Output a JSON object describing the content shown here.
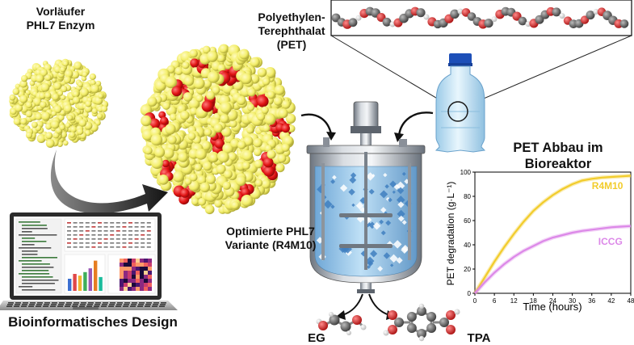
{
  "labels": {
    "precursor_line1": "Vorläufer",
    "precursor_line2": "PHL7 Enzym",
    "polymer_line1": "Polyethylen-",
    "polymer_line2": "Terephthalat (PET)",
    "variant_line1": "Optimierte PHL7",
    "variant_line2": "Variante (R4M10)",
    "design": "Bioinformatisches Design",
    "product_left": "EG",
    "product_right": "TPA"
  },
  "colors": {
    "enzyme": "#f3ee6a",
    "mutation": "#e01313",
    "reactor_liquid": "#9cc8ea",
    "r4m10": "#f2cc2b",
    "iccg": "#dc88e8"
  },
  "chart_data": {
    "type": "line",
    "title_line1": "PET Abbau im",
    "title_line2": "Bioreaktor",
    "xlabel": "Time (hours)",
    "ylabel": "PET degradation (g·L⁻¹)",
    "xlim": [
      0,
      48
    ],
    "ylim": [
      0,
      100
    ],
    "xticks": [
      "0",
      "6",
      "12",
      "18",
      "24",
      "30",
      "36",
      "42",
      "48"
    ],
    "yticks": [
      "0",
      "20",
      "40",
      "60",
      "80",
      "100"
    ],
    "grid": false,
    "legend": "inline labels",
    "series": [
      {
        "name": "R4M10",
        "x": [
          0,
          3,
          6,
          9,
          12,
          15,
          18,
          21,
          24,
          27,
          30,
          33,
          36,
          39,
          42,
          45,
          48
        ],
        "y": [
          0,
          13,
          26,
          38,
          49,
          59,
          68,
          75,
          81,
          86,
          90,
          93,
          94.5,
          95.5,
          96,
          96.5,
          97
        ]
      },
      {
        "name": "ICCG",
        "x": [
          0,
          3,
          6,
          9,
          12,
          15,
          18,
          21,
          24,
          27,
          30,
          33,
          36,
          39,
          42,
          45,
          48
        ],
        "y": [
          0,
          9,
          17,
          24,
          30,
          35,
          39,
          43,
          46,
          48,
          50,
          51.5,
          52.5,
          53.5,
          54.5,
          55,
          55.5
        ]
      }
    ]
  }
}
